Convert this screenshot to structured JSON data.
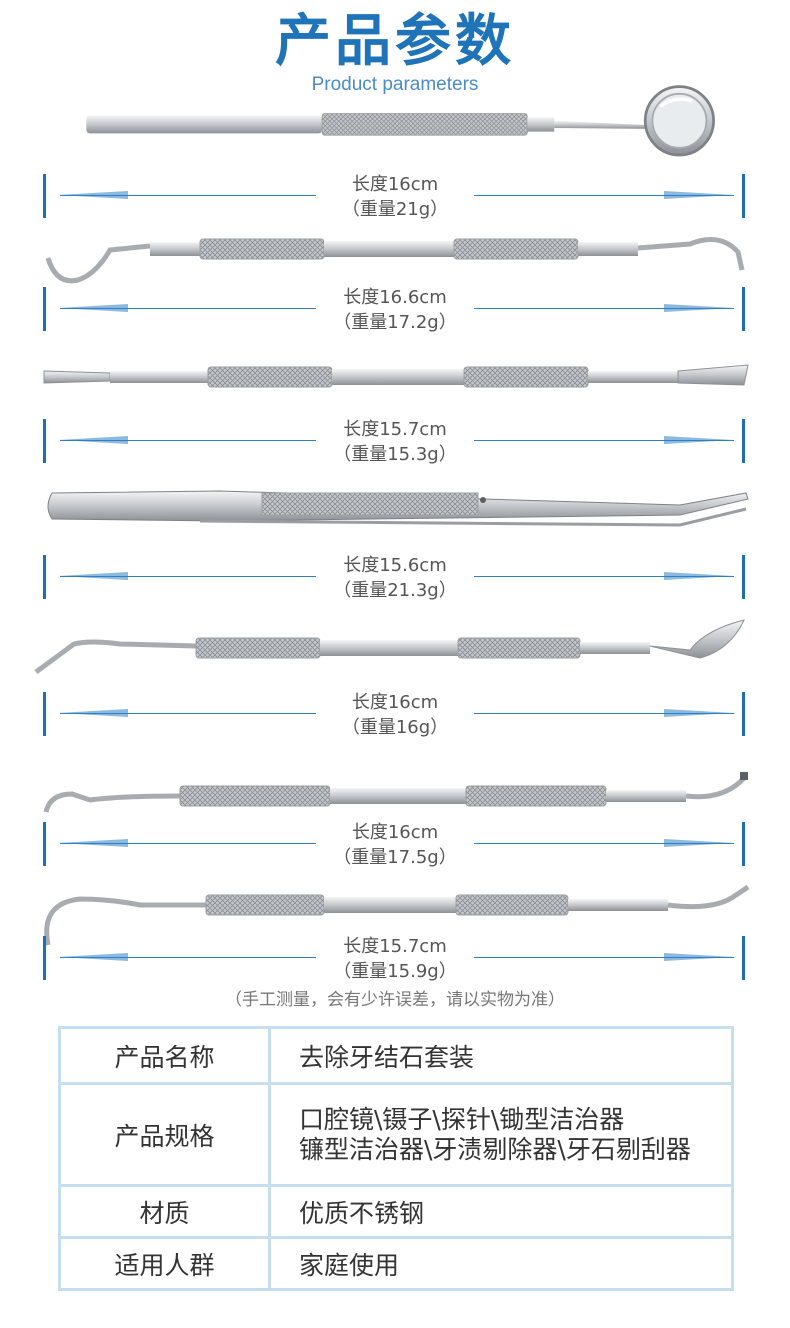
{
  "header": {
    "title": "产品参数",
    "subtitle": "Product parameters"
  },
  "instruments": [
    {
      "length": "长度16cm",
      "weight": "（重量21g）"
    },
    {
      "length": "长度16.6cm",
      "weight": "（重量17.2g）"
    },
    {
      "length": "长度15.7cm",
      "weight": "（重量15.3g）"
    },
    {
      "length": "长度15.6cm",
      "weight": "（重量21.3g）"
    },
    {
      "length": "长度16cm",
      "weight": "（重量16g）"
    },
    {
      "length": "长度16cm",
      "weight": "（重量17.5g）"
    },
    {
      "length": "长度15.7cm",
      "weight": "（重量15.9g）"
    }
  ],
  "note": "（手工测量，会有少许误差，请以实物为准）",
  "specs": {
    "name_label": "产品名称",
    "name_value": "去除牙结石套装",
    "spec_label": "产品规格",
    "spec_line1": "口腔镜\\镊子\\探针\\锄型洁治器",
    "spec_line2": "镰型洁治器\\牙渍剔除器\\牙石剔刮器",
    "material_label": "材质",
    "material_value": "优质不锈钢",
    "users_label": "适用人群",
    "users_value": "家庭使用"
  },
  "colors": {
    "accent": "#1f73b8",
    "table_border": "#c5dff0",
    "steel": "#b8bcc0"
  }
}
